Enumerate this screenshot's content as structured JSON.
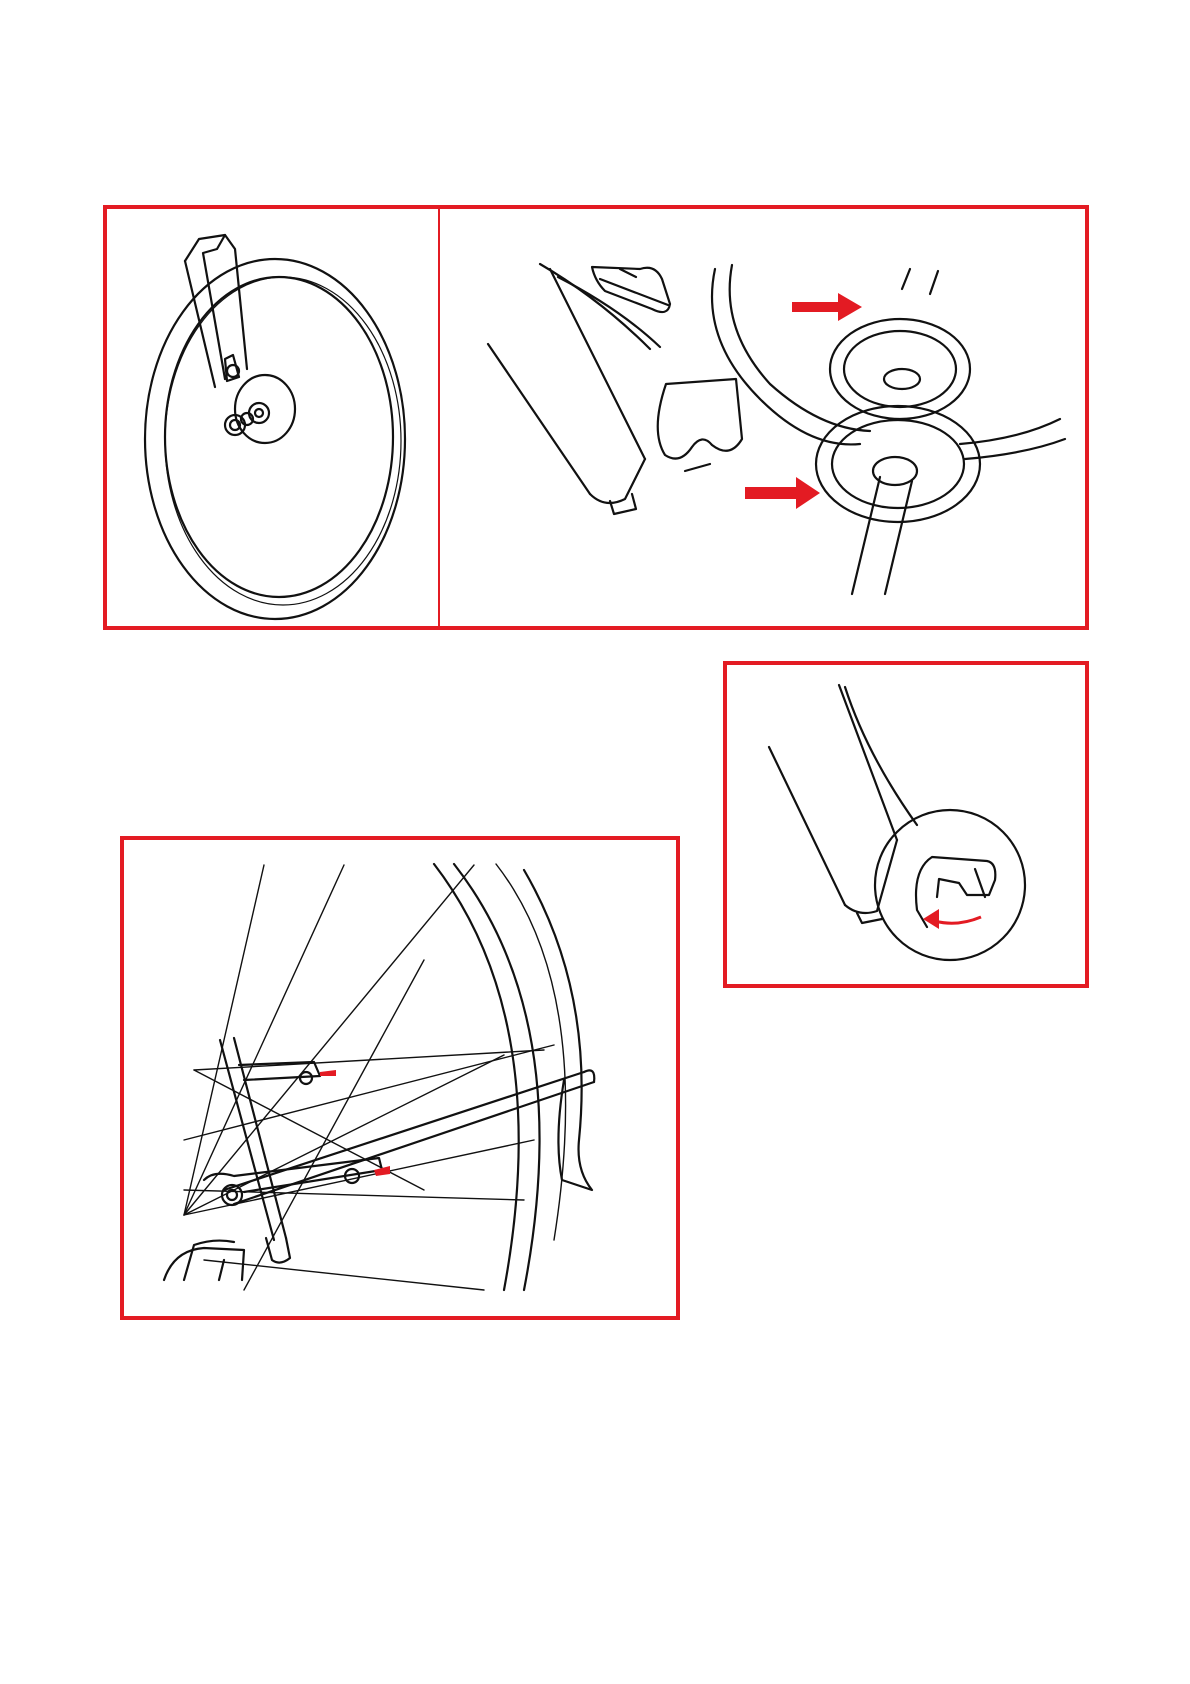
{
  "page": {
    "figures": [
      {
        "id": "front-wheel-overview",
        "icon": "bicycle-front-wheel-icon"
      },
      {
        "id": "axle-cone-nut-detail",
        "icon": "axle-nut-icon"
      },
      {
        "id": "fork-dropout-zoom",
        "icon": "dropout-clip-icon"
      },
      {
        "id": "fender-stay-mount",
        "icon": "fender-stay-icon"
      }
    ],
    "colors": {
      "frame_border": "#e31b23",
      "arrow": "#e31b23",
      "line": "#111111"
    }
  }
}
